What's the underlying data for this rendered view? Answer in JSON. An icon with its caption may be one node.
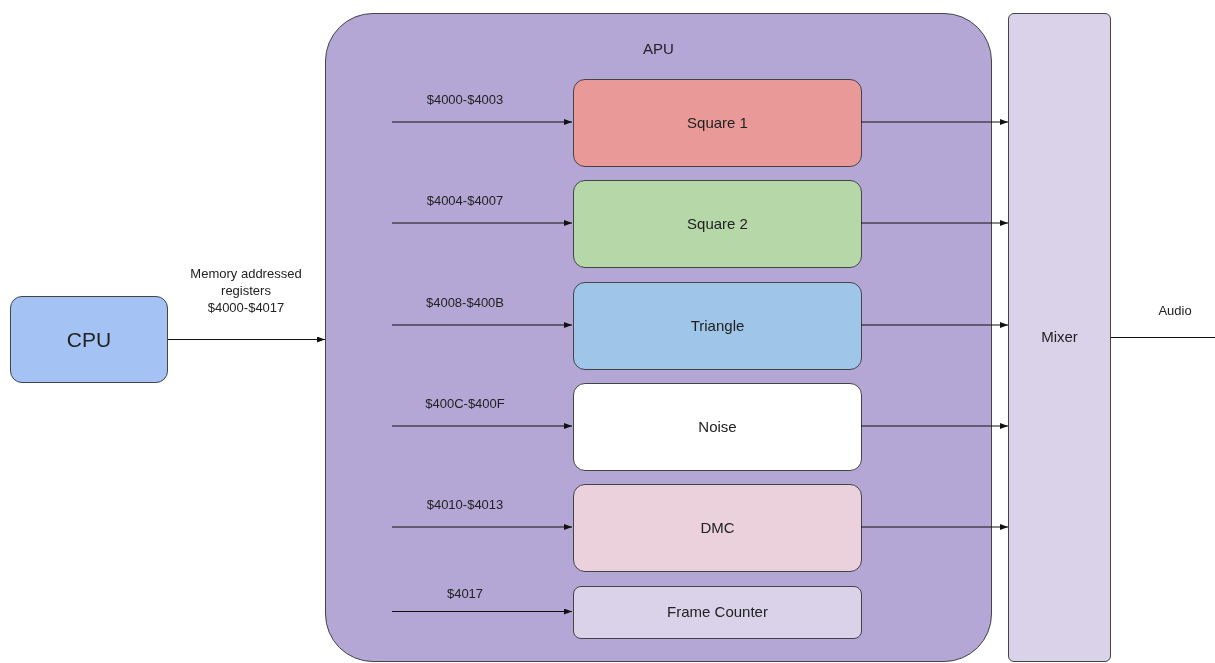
{
  "diagram": {
    "nodes": [
      {
        "text": [
          "CPU"
        ]
      },
      {
        "text": [
          "APU"
        ]
      },
      {
        "text": [
          "Square 1"
        ],
        "in": 1
      },
      {
        "text": [
          "Square 2"
        ],
        "in": 1
      },
      {
        "text": [
          "Triangle"
        ],
        "in": 1
      },
      {
        "text": [
          "Noise"
        ],
        "in": 1
      },
      {
        "text": [
          "DMC"
        ],
        "in": 1
      },
      {
        "text": [
          "Frame Counter"
        ],
        "in": 1
      },
      {
        "text": [
          "Mixer"
        ]
      }
    ],
    "edges": [
      {
        "from": 0,
        "to": 1,
        "arrow": "to",
        "label": "Memory addressed registers $4000-$4017"
      },
      {
        "from": null,
        "to": 2,
        "arrow": "to",
        "label": "$4000-$4003"
      },
      {
        "from": null,
        "to": 3,
        "arrow": "to",
        "label": "$4004-$4007"
      },
      {
        "from": null,
        "to": 4,
        "arrow": "to",
        "label": "$4008-$400B"
      },
      {
        "from": null,
        "to": 5,
        "arrow": "to",
        "label": "$400C-$400F"
      },
      {
        "from": null,
        "to": 6,
        "arrow": "to",
        "label": "$4010-$4013"
      },
      {
        "from": null,
        "to": 7,
        "arrow": "to",
        "label": "$4017"
      },
      {
        "from": 2,
        "to": 8,
        "arrow": "to"
      },
      {
        "from": 3,
        "to": 8,
        "arrow": "to"
      },
      {
        "from": 4,
        "to": 8,
        "arrow": "to"
      },
      {
        "from": 5,
        "to": 8,
        "arrow": "to"
      },
      {
        "from": 6,
        "to": 8,
        "arrow": "to"
      },
      {
        "from": 8,
        "to": null,
        "arrow": "none",
        "label": "Audio"
      }
    ]
  }
}
